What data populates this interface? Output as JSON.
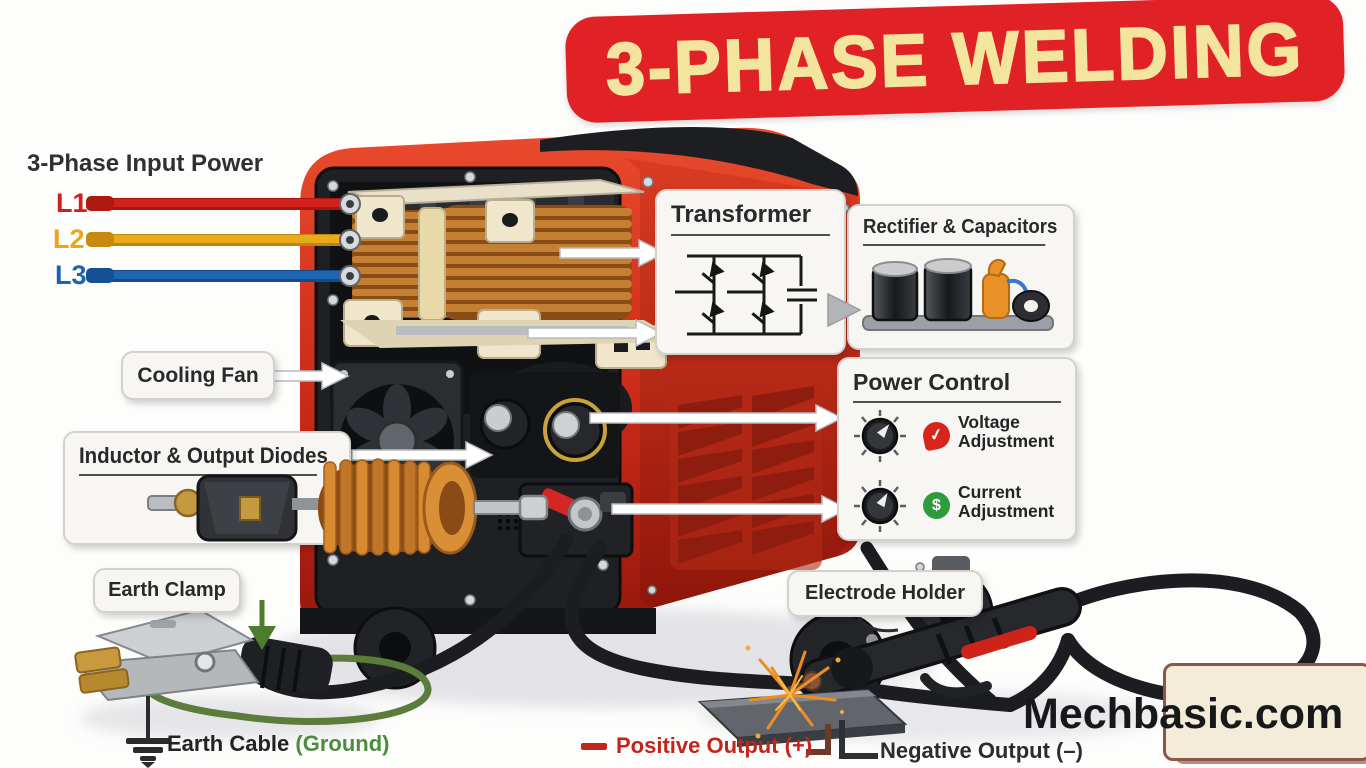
{
  "banner": {
    "title": "3-PHASE WELDING"
  },
  "input_power": {
    "heading": "3-Phase Input Power",
    "phases": [
      {
        "label": "L1",
        "color": "#d31f1a"
      },
      {
        "label": "L2",
        "color": "#e8a71b"
      },
      {
        "label": "L3",
        "color": "#1d63b1"
      }
    ]
  },
  "callouts": {
    "transformer": {
      "title": "Transformer"
    },
    "rectifier": {
      "title": "Rectifier & Capacitors"
    },
    "power_control": {
      "title": "Power Control",
      "rows": [
        {
          "label": "Voltage Adjustment",
          "badge": "✓",
          "badge_color": "#d7251c"
        },
        {
          "label": "Current Adjustment",
          "badge": "$",
          "badge_color": "#2f9b3d"
        }
      ]
    },
    "cooling_fan": {
      "title": "Cooling Fan"
    },
    "inductor": {
      "title": "Inductor & Output Diodes"
    },
    "earth_clamp": {
      "title": "Earth Clamp"
    },
    "electrode_holder": {
      "title": "Electrode Holder"
    }
  },
  "bottom": {
    "earth_cable": {
      "label": "Earth Cable ",
      "ground": "(Ground)"
    },
    "positive": {
      "label": "Positive Output (+)"
    },
    "negative": {
      "label": "Negative Output (–)"
    }
  },
  "watermark": {
    "text": "Mechbasic.com"
  },
  "colors": {
    "banner_red": "#e02125",
    "banner_text": "#f4e59e",
    "machine_red": "#c3291a",
    "copper": "#c47f33",
    "ground_green": "#4d8c3e",
    "positive_red": "#c3241c"
  }
}
